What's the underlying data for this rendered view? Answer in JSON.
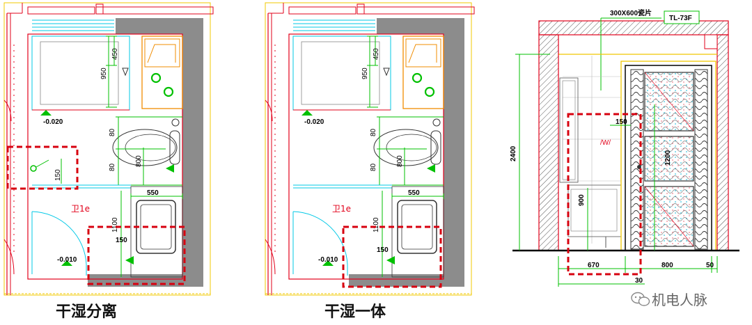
{
  "panels": [
    {
      "caption": "干湿分离",
      "room_label": "卫1e",
      "dims": {
        "d450": "450",
        "d950": "950",
        "lvl1": "-0.020",
        "d80a": "80",
        "d80b": "80",
        "d800": "800",
        "d150a": "150",
        "d550": "550",
        "d1100": "1100",
        "d150b": "150",
        "lvl2": "-0.010"
      }
    },
    {
      "caption": "干湿一体",
      "room_label": "卫1e",
      "dims": {
        "d450": "450",
        "d950": "950",
        "lvl1": "-0.020",
        "d80a": "80",
        "d80b": "80",
        "d800": "800",
        "d550": "550",
        "d1100": "1100",
        "d150b": "150",
        "lvl2": "-0.010"
      }
    }
  ],
  "elevation": {
    "tile_note": "300X600瓷片",
    "tag": "TL-73F",
    "h2400": "2400",
    "d150": "150",
    "d1200": "1200",
    "d900": "900",
    "d670": "670",
    "d800": "800",
    "d50": "50",
    "d30": "30",
    "vent": "/W/"
  },
  "watermark": {
    "text": "机电人脉"
  },
  "colors": {
    "cad_red": "#e2001a",
    "cad_green": "#00c000",
    "cad_cyan": "#00c8e6",
    "cad_orange": "#f08c00",
    "wall_gray": "#8c8c8c",
    "dash_red": "#d7000f",
    "frame_yellow": "#f0c800"
  }
}
